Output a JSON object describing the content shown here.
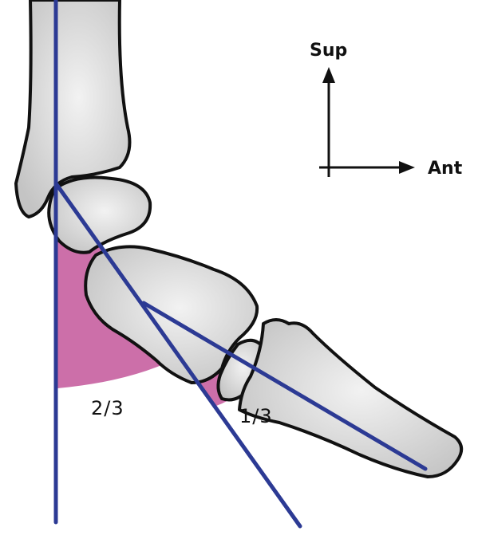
{
  "orientation": {
    "up_label": "Sup",
    "right_label": "Ant"
  },
  "fractions": {
    "posterior": "2/3",
    "anterior": "1/3"
  },
  "colors": {
    "bone_fill": "#d9d9d9",
    "bone_stroke": "#111111",
    "region_fill": "#cc6fa9",
    "line_color": "#2c3a94"
  }
}
